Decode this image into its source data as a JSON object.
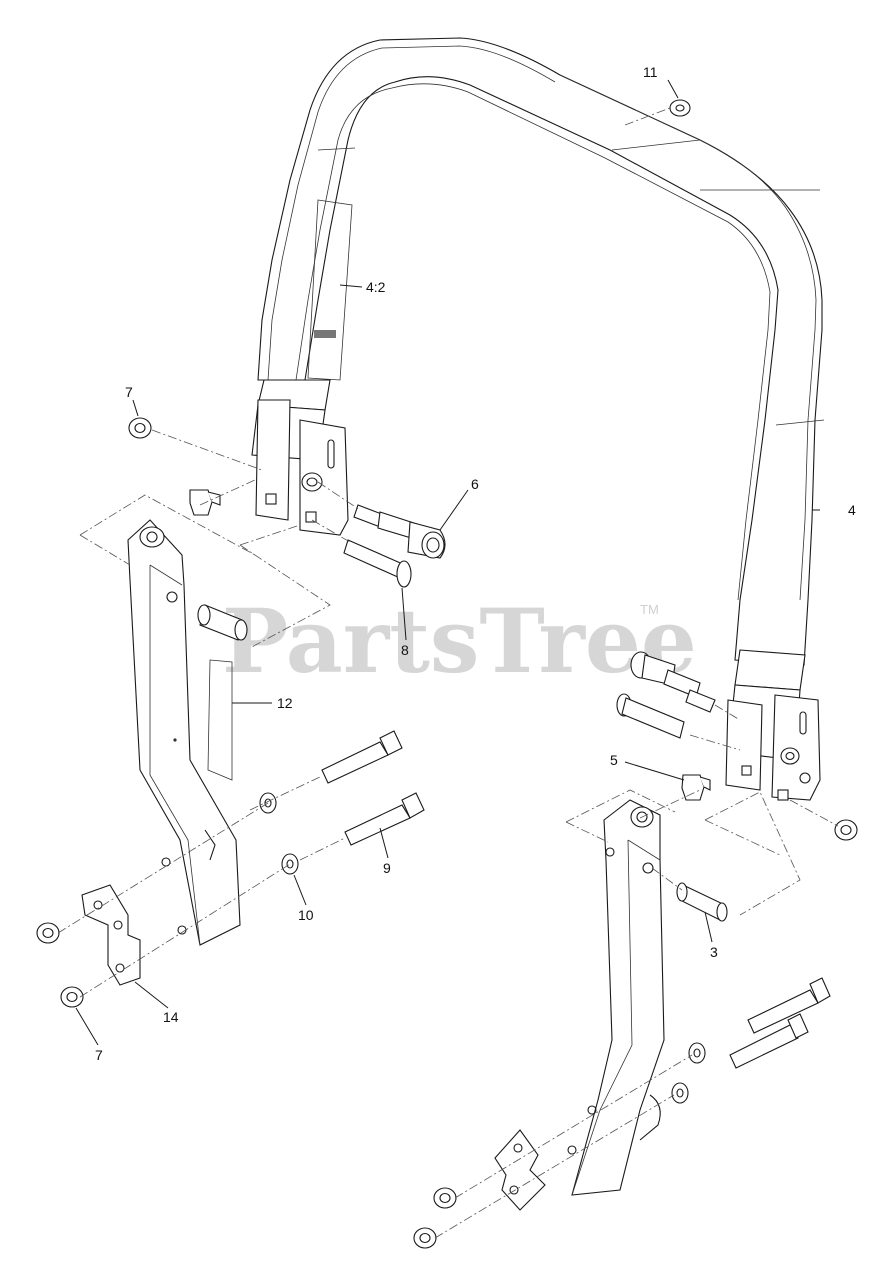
{
  "watermark": {
    "text": "PartsTree",
    "trademark": "TM"
  },
  "callouts": {
    "c11": "11",
    "c4_2": "4:2",
    "c4": "4",
    "c7_top": "7",
    "c6": "6",
    "c8": "8",
    "c12": "12",
    "c5": "5",
    "c9": "9",
    "c10": "10",
    "c3": "3",
    "c14": "14",
    "c7_bottom": "7"
  }
}
